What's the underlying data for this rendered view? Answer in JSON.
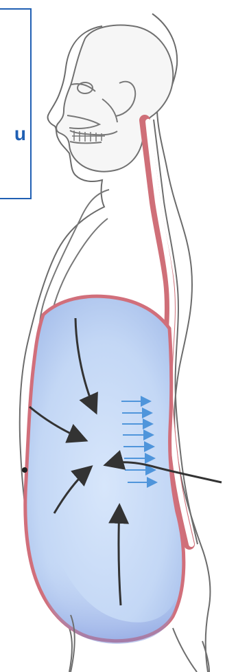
{
  "label": {
    "text": "u"
  },
  "colors": {
    "page_background": "#ffffff",
    "label_border": "#1f5fb3",
    "label_text": "#1f5fb3",
    "outline_dark": "#666666",
    "outline_red": "#cf6f78",
    "abdomen_fill_light": "#dbe8fb",
    "abdomen_fill_mid": "#bfd4f4",
    "abdomen_fill_dark": "#8fa8e4",
    "black_arrow": "#333333",
    "blue_arrow": "#4f95db"
  },
  "icons": {
    "anatomy": "human-torso-side-view",
    "inward_arrows": "black-arrow-icons",
    "pressure_arrows": "blue-arrow-icons"
  }
}
